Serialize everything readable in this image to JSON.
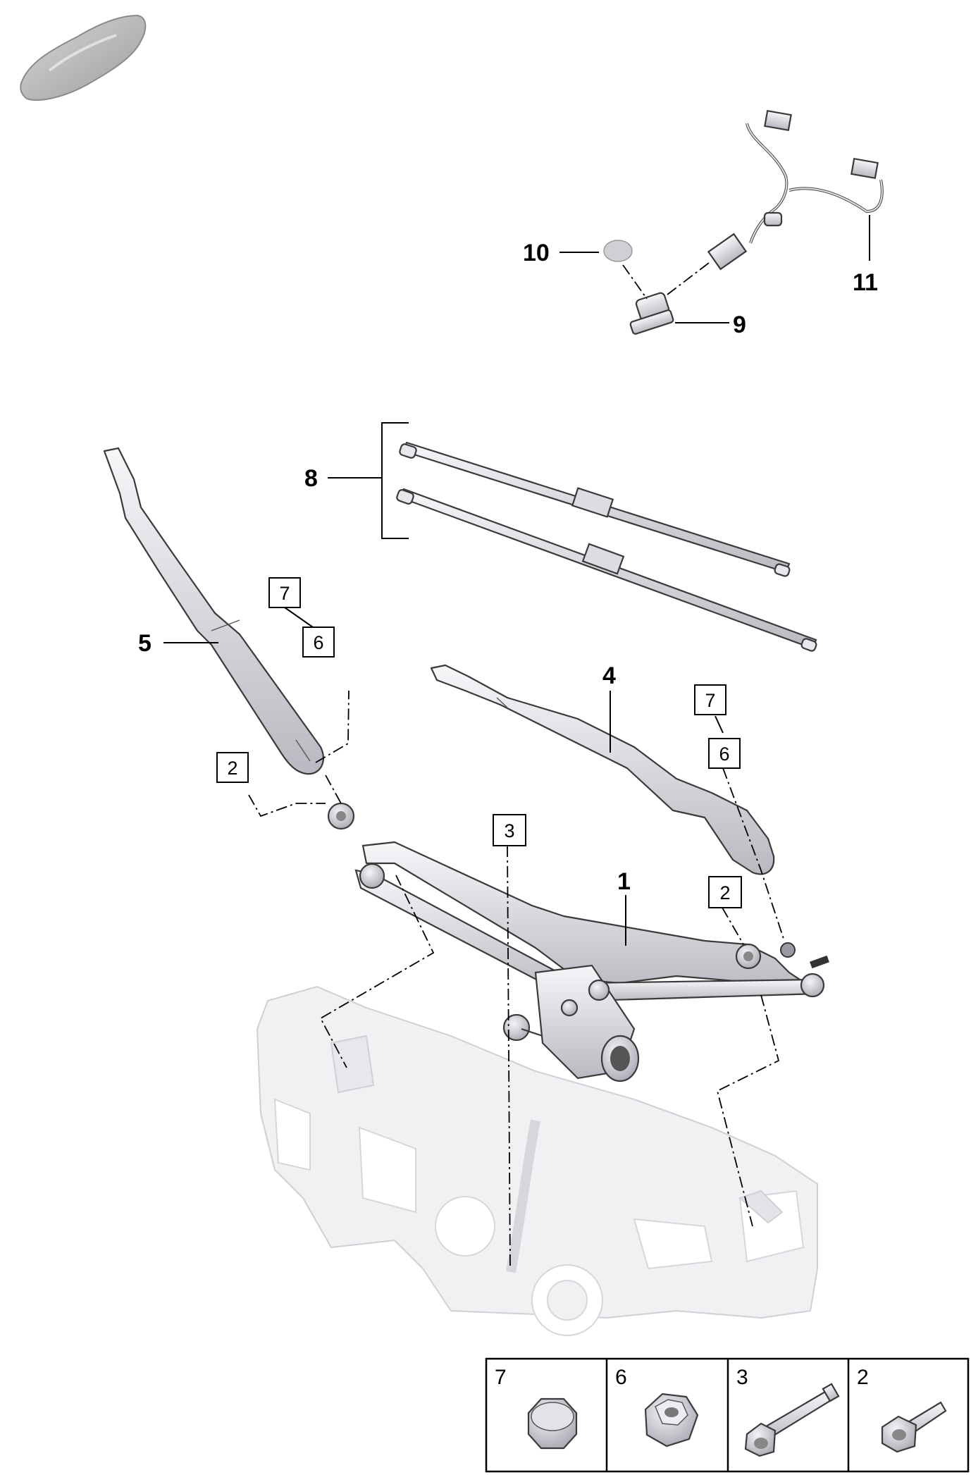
{
  "diagram": {
    "callouts": {
      "p1": "1",
      "p4": "4",
      "p5": "5",
      "p8": "8",
      "p9": "9",
      "p10": "10",
      "p11": "11"
    },
    "boxed_refs": {
      "left_7": "7",
      "left_6": "6",
      "left_2": "2",
      "center_3": "3",
      "right_7": "7",
      "right_6": "6",
      "right_2": "2"
    },
    "legend": [
      "7",
      "6",
      "3",
      "2"
    ]
  },
  "colors": {
    "part_fill": "#e4e4e9",
    "part_stroke": "#3a3a3a",
    "body_panel": "#f1f1f3",
    "car_icon": "#bdbdbd"
  },
  "icons": [
    "car-thumbnail-icon"
  ]
}
